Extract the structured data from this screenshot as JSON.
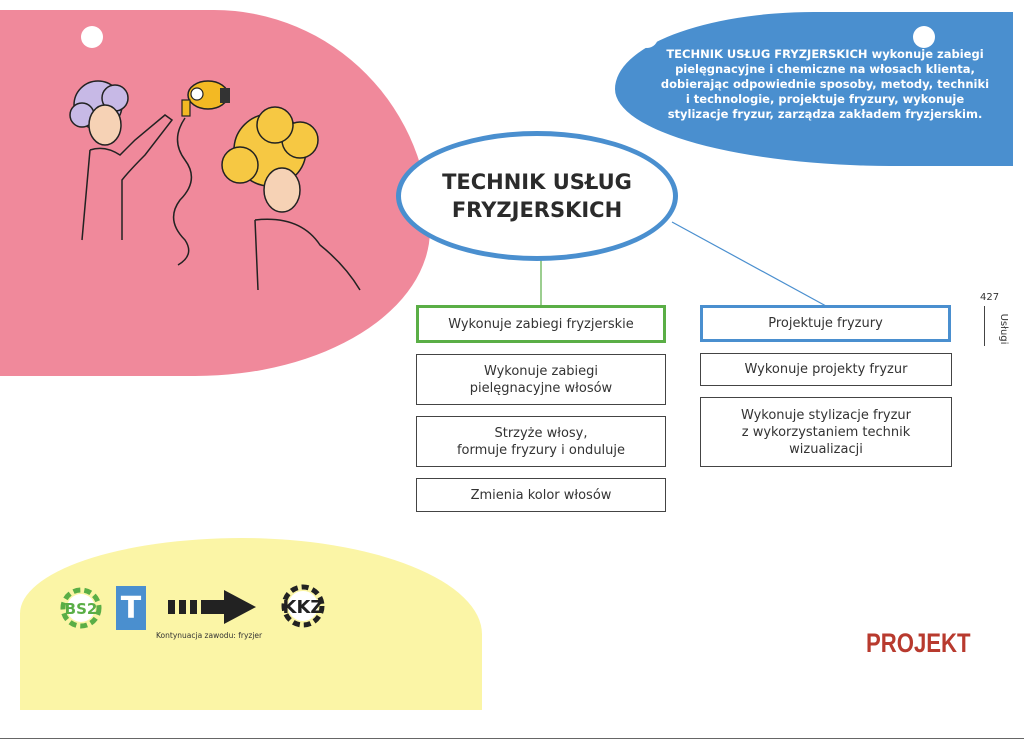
{
  "central_title": "TECHNIK USŁUG\nFRYZJERSKICH",
  "description": "TECHNIK USŁUG FRYZJERSKICH wykonuje zabiegi pielęgnacyjne i chemiczne na włosach klienta, dobierając odpowiednie sposoby, metody, techniki i technologie, projektuje fryzury, wykonuje stylizacje fryzur, zarządza zakładem fryzjerskim.",
  "left_branch": {
    "header": "Wykonuje zabiegi fryzjerskie",
    "items": [
      "Wykonuje zabiegi\npielęgnacyjne włosów",
      "Strzyże włosy,\nformuje fryzury i onduluje",
      "Zmienia kolor włosów"
    ]
  },
  "right_branch": {
    "header": "Projektuje fryzury",
    "items": [
      "Wykonuje projekty fryzur",
      "Wykonuje stylizacje fryzur\nz wykorzystaniem technik\nwizualizacji"
    ]
  },
  "page_number": "427",
  "section_label": "Usługi",
  "badges": {
    "bs2": "BS2",
    "t": "T",
    "kkz": "KKZ"
  },
  "continuation": "Kontynuacja zawodu: fryzjer",
  "footer_label": "PROJEKT",
  "colors": {
    "pink": "#f0899b",
    "blue": "#4a8fcf",
    "yellow": "#fbf5a6",
    "green": "#5aae46",
    "red": "#b83a2e"
  },
  "icons": [
    "hairdresser-illustration",
    "hair-dryer-icon",
    "arrow-right-icon",
    "gear-icon"
  ]
}
